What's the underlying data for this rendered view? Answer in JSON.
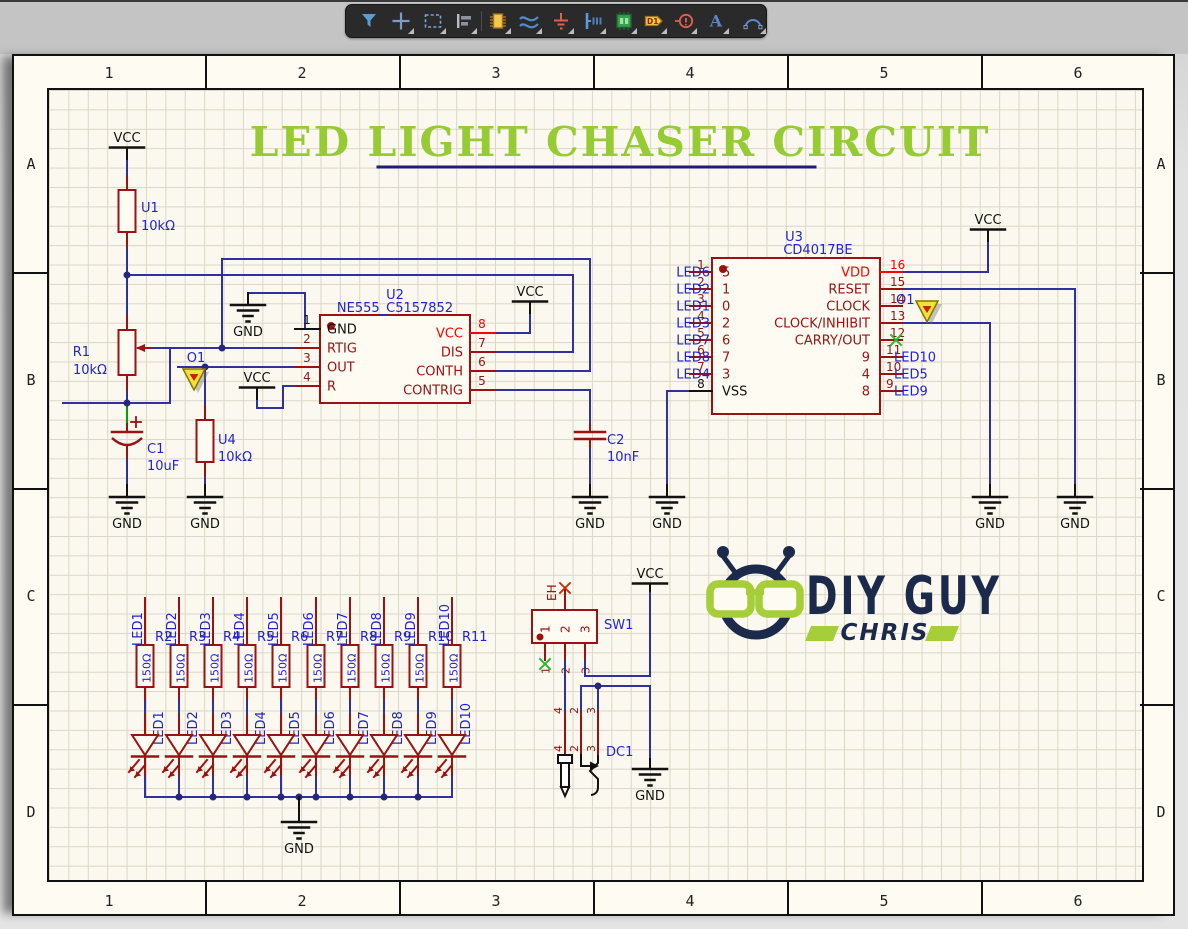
{
  "window": {
    "toolbar": {
      "items": [
        {
          "name": "filter-icon",
          "dropdown": false
        },
        {
          "name": "crosshair-icon",
          "dropdown": true
        },
        {
          "name": "marquee-select-icon",
          "dropdown": true
        },
        {
          "name": "align-icon",
          "dropdown": true
        },
        {
          "name": "place-symbol-icon",
          "dropdown": true
        },
        {
          "name": "draw-wire-icon",
          "dropdown": true
        },
        {
          "name": "place-ground-icon",
          "dropdown": true
        },
        {
          "name": "place-probe-icon",
          "dropdown": true
        },
        {
          "name": "place-pcb-module-icon",
          "dropdown": true
        },
        {
          "name": "place-net-label-icon",
          "dropdown": true,
          "label": "D1"
        },
        {
          "name": "place-annotation-icon",
          "dropdown": true
        },
        {
          "name": "place-text-icon",
          "dropdown": true,
          "glyph": "A"
        },
        {
          "name": "draw-arc-icon",
          "dropdown": true
        }
      ]
    }
  },
  "sheet": {
    "columns": [
      "1",
      "2",
      "3",
      "4",
      "5",
      "6"
    ],
    "rows": [
      "A",
      "B",
      "C",
      "D"
    ]
  },
  "title": {
    "text": "LED LIGHT CHASER CIRCUIT"
  },
  "nets": {
    "vcc": "VCC",
    "gnd": "GND",
    "probe": "O1",
    "top_pin": "EH",
    "leds": [
      "LED1",
      "LED2",
      "LED3",
      "LED4",
      "LED5",
      "LED6",
      "LED7",
      "LED8",
      "LED9",
      "LED10"
    ]
  },
  "components": {
    "u1": {
      "ref": "U1",
      "value": "10kΩ"
    },
    "r1": {
      "ref": "R1",
      "value": "10kΩ"
    },
    "c1": {
      "ref": "C1",
      "value": "10uF"
    },
    "u4": {
      "ref": "U4",
      "value": "10kΩ"
    },
    "u2": {
      "ref": "U2",
      "value": "NE555_C5157852",
      "left_pins": [
        [
          "1",
          "GND"
        ],
        [
          "2",
          "RTIG"
        ],
        [
          "3",
          "OUT"
        ],
        [
          "4",
          "R"
        ]
      ],
      "right_pins": [
        [
          "8",
          "VCC"
        ],
        [
          "7",
          "DIS"
        ],
        [
          "6",
          "CONTH"
        ],
        [
          "5",
          "CONTRIG"
        ]
      ]
    },
    "c2": {
      "ref": "C2",
      "value": "10nF"
    },
    "u3": {
      "ref": "U3",
      "value": "CD4017BE",
      "left_pins": [
        [
          "1",
          "5",
          "LED6"
        ],
        [
          "2",
          "1",
          "LED2"
        ],
        [
          "3",
          "0",
          "LED1"
        ],
        [
          "4",
          "2",
          "LED3"
        ],
        [
          "5",
          "6",
          "LED7"
        ],
        [
          "6",
          "7",
          "LED8"
        ],
        [
          "7",
          "3",
          "LED4"
        ],
        [
          "8",
          "VSS",
          null
        ]
      ],
      "right_pins": [
        [
          "16",
          "VDD",
          null
        ],
        [
          "15",
          "RESET",
          null
        ],
        [
          "14",
          "CLOCK",
          null
        ],
        [
          "13",
          "CLOCK/INHIBIT",
          null
        ],
        [
          "12",
          "CARRY/OUT",
          null
        ],
        [
          "11",
          "9",
          "LED10"
        ],
        [
          "10",
          "4",
          "LED5"
        ],
        [
          "9",
          "8",
          "LED9"
        ]
      ]
    },
    "sw1": {
      "ref": "SW1",
      "pins": [
        "1",
        "2",
        "3"
      ]
    },
    "dc1": {
      "ref": "DC1",
      "pins": [
        "4",
        "2",
        "3"
      ]
    },
    "ladder": {
      "resistor_value": "150Ω",
      "resistors": [
        "R2",
        "R3",
        "R4",
        "R5",
        "R6",
        "R7",
        "R8",
        "R9",
        "R10",
        "R11"
      ]
    }
  },
  "logo": {
    "line1": "DIY GUY",
    "line2": "CHRIS"
  },
  "colors": {
    "wire": "#3030A0",
    "symbol": "#9A1212",
    "pin_number": "#8B1A1A",
    "net_label": "#2323CC",
    "power_red": "#FF0000",
    "title_green": "#96CB33",
    "underline": "#1E1E78",
    "no_connect_green": "#2EB82E",
    "logo_navy": "#1B2A4A",
    "logo_green": "#A6CE39",
    "highlight_wire_green": "#00A300"
  }
}
